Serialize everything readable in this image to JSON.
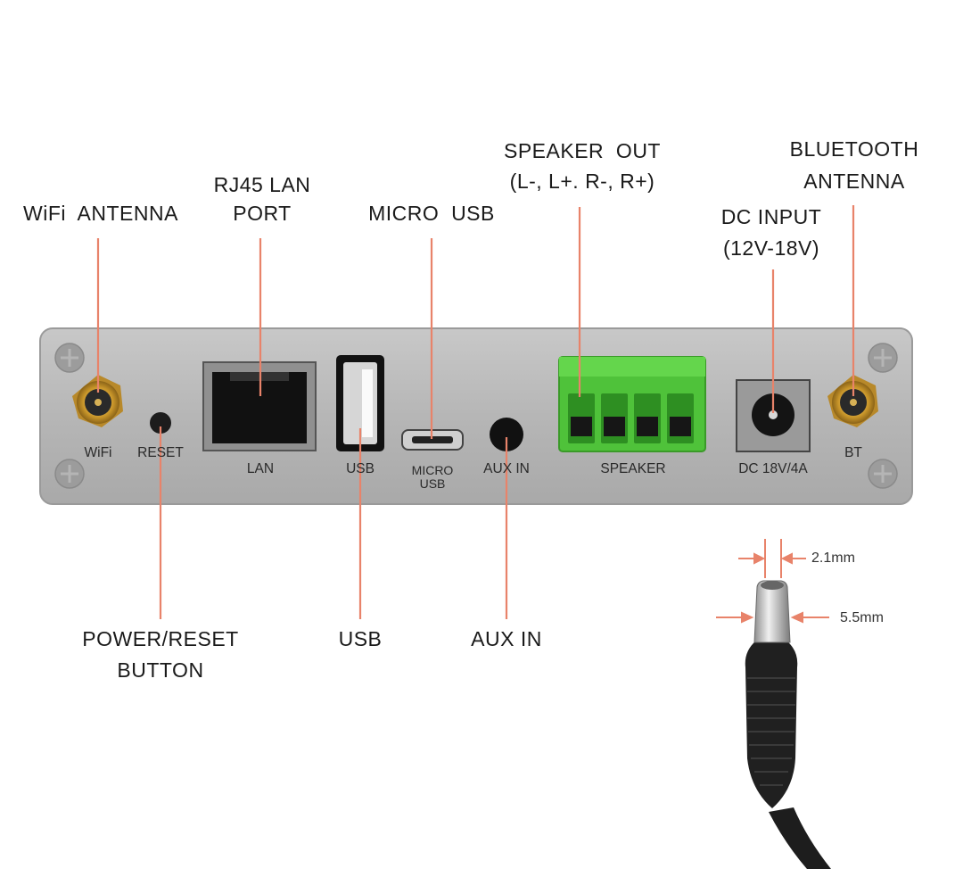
{
  "callouts": {
    "wifi_antenna": "WiFi  ANTENNA",
    "rj45_line1": "RJ45 LAN",
    "rj45_line2": "PORT",
    "micro_usb": "MICRO  USB",
    "speaker_out_line1": "SPEAKER  OUT",
    "speaker_out_line2": "(L-, L+. R-, R+)",
    "dc_input_line1": "DC INPUT",
    "dc_input_line2": "(12V-18V)",
    "bt_line1": "BLUETOOTH",
    "bt_line2": "ANTENNA",
    "power_reset_line1": "POWER/RESET",
    "power_reset_line2": "BUTTON",
    "usb": "USB",
    "aux_in": "AUX IN"
  },
  "panel_labels": {
    "wifi": "WiFi",
    "reset": "RESET",
    "lan": "LAN",
    "usb": "USB",
    "micro_usb_line1": "MICRO",
    "micro_usb_line2": "USB",
    "aux_in": "AUX IN",
    "speaker": "SPEAKER",
    "dc": "DC 18V/4A",
    "bt": "BT"
  },
  "dimensions": {
    "inner": "2.1mm",
    "outer": "5.5mm"
  },
  "colors": {
    "leader_line": "#e8836a",
    "panel": "#b9b9b9",
    "terminal_green": "#4fc23a",
    "gold": "#c99a2e"
  }
}
